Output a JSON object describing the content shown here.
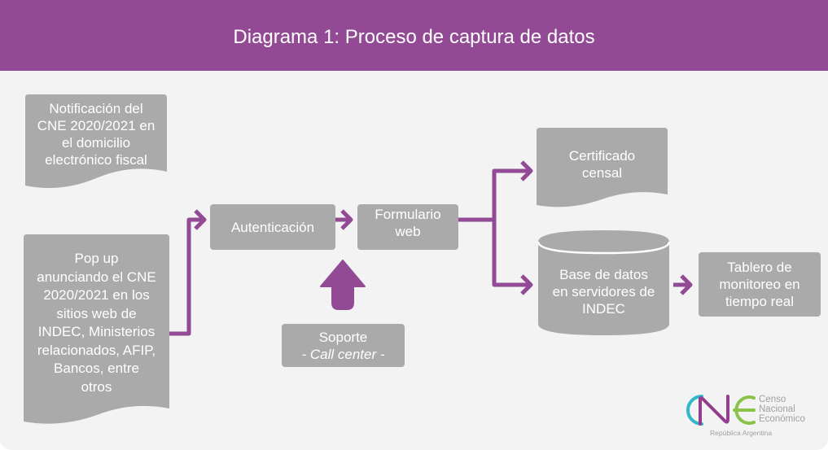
{
  "header": {
    "title": "Diagrama 1: Proceso de captura de datos"
  },
  "nodes": {
    "notificacion": "Notificación del\nCNE 2020/2021 en\nel domicilio\nelectrónico fiscal",
    "popup": "Pop up\nanunciando el CNE\n2020/2021 en los\nsitios web de\nINDEC, Ministerios\nrelacionados, AFIP,\nBancos, entre\notros",
    "autenticacion": "Autenticación",
    "formulario": "Formulario\nweb",
    "soporte_title": "Soporte",
    "soporte_sub": "- Call center -",
    "certificado": "Certificado\ncensal",
    "base_datos": "Base de datos\nen servidores de\nINDEC",
    "tablero": "Tablero de\nmonitoreo en\ntiempo real"
  },
  "logo": {
    "mark": "CNE",
    "line1": "Censo",
    "line2": "Nacional",
    "line3": "Económico",
    "sub": "República Argentina"
  },
  "colors": {
    "header": "#934a94",
    "panel": "#f3f3f3",
    "shape": "#aaaaaa",
    "arrow": "#934a94",
    "logo_c": "#2fb8c9",
    "logo_n": "#943d8f",
    "logo_e": "#8bc34a"
  }
}
